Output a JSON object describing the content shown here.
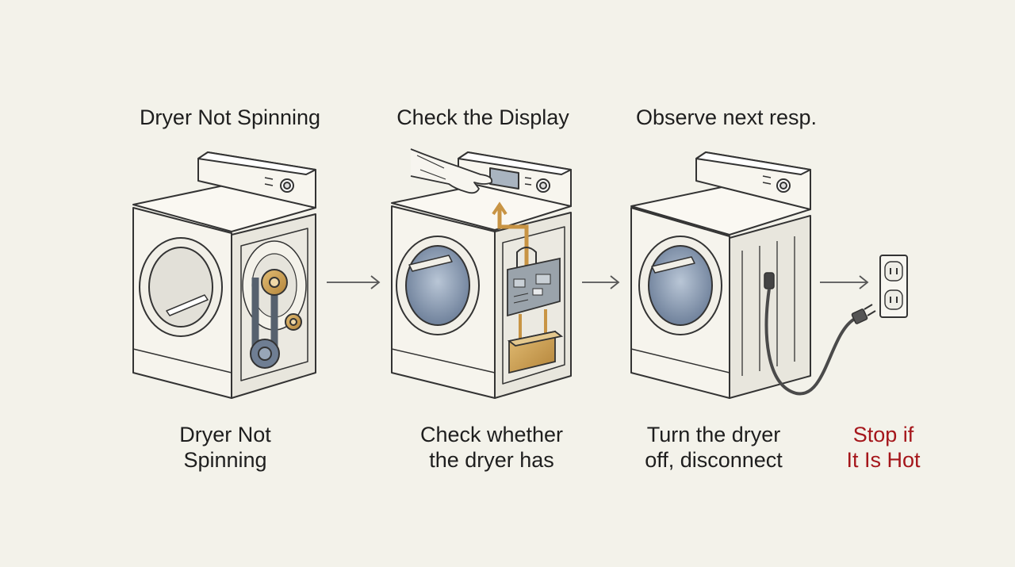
{
  "steps": [
    {
      "title": "Dryer Not Spinning",
      "caption": [
        "Dryer Not",
        "Spinning"
      ]
    },
    {
      "title": "Check the Display",
      "caption": [
        "Check whether",
        "the dryer has"
      ]
    },
    {
      "title": "Observe next resp.",
      "caption": [
        "Turn the dryer",
        "off, disconnect"
      ]
    }
  ],
  "final_step": {
    "caption": [
      "Stop if",
      "It Is Hot"
    ]
  },
  "colors": {
    "background": "#f3f2ea",
    "ink": "#2f2f2f",
    "dryer_body": "#f5f3ec",
    "drum_blue": "#7c8fa8",
    "pulley_gold": "#c99a4c",
    "board_gray": "#8d969d",
    "warning_red": "#a5161b"
  },
  "icons": [
    "dryer-icon",
    "drive-belt-icon",
    "hand-icon",
    "control-board-icon",
    "power-cord-icon",
    "wall-outlet-icon",
    "arrow-right-icon"
  ]
}
